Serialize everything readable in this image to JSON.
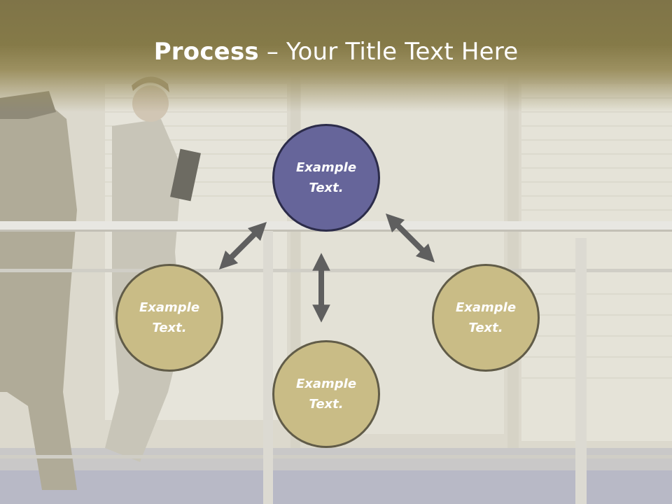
{
  "title": {
    "bold": "Process",
    "rest": " – Your Title Text Here"
  },
  "circles": {
    "top": "Example\nText.",
    "left": "Example\nText.",
    "right": "Example\nText.",
    "bottom": "Example\nText."
  },
  "colors": {
    "title_band": "#857a48",
    "top_circle": "#66659a",
    "other_circles": "#c9bc86",
    "arrows": "#5f5f5f"
  }
}
